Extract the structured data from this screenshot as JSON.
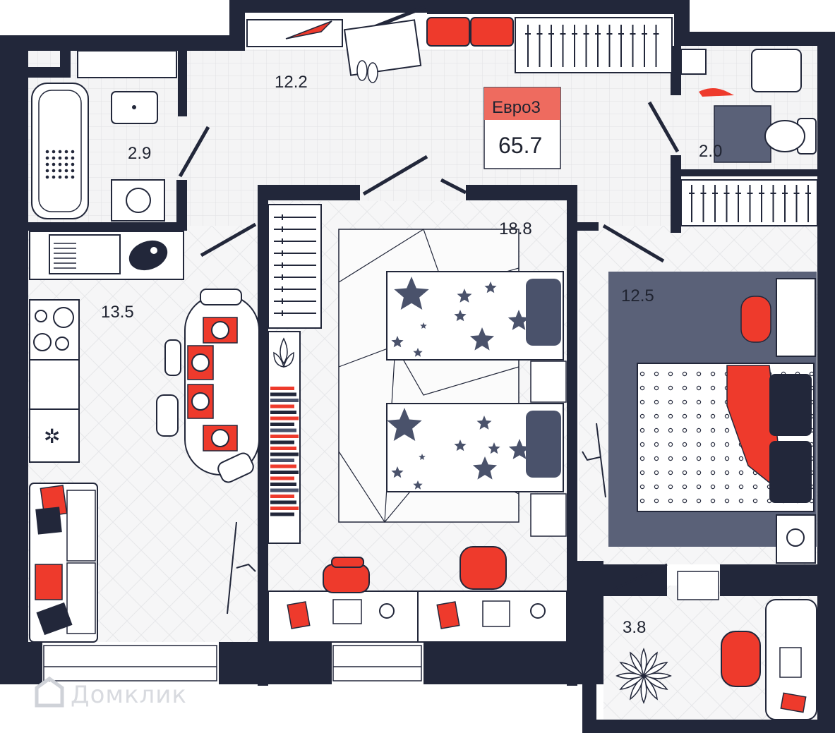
{
  "apartment": {
    "type_label": "Евро3",
    "total_area": "65.7"
  },
  "rooms": {
    "hallway": "12.2",
    "bathroom": "2.9",
    "wc": "2.0",
    "kitchen_living": "13.5",
    "kids_room": "18.8",
    "bedroom": "12.5",
    "balcony": "3.8"
  },
  "watermark": "Домклик",
  "colors": {
    "wall": "#22273a",
    "accent": "#ee3a2c",
    "bedroom_floor": "#5a6178",
    "tile": "#e9eaec",
    "star": "#4a526b"
  },
  "icons": {
    "logo": "house-logo-icon"
  }
}
